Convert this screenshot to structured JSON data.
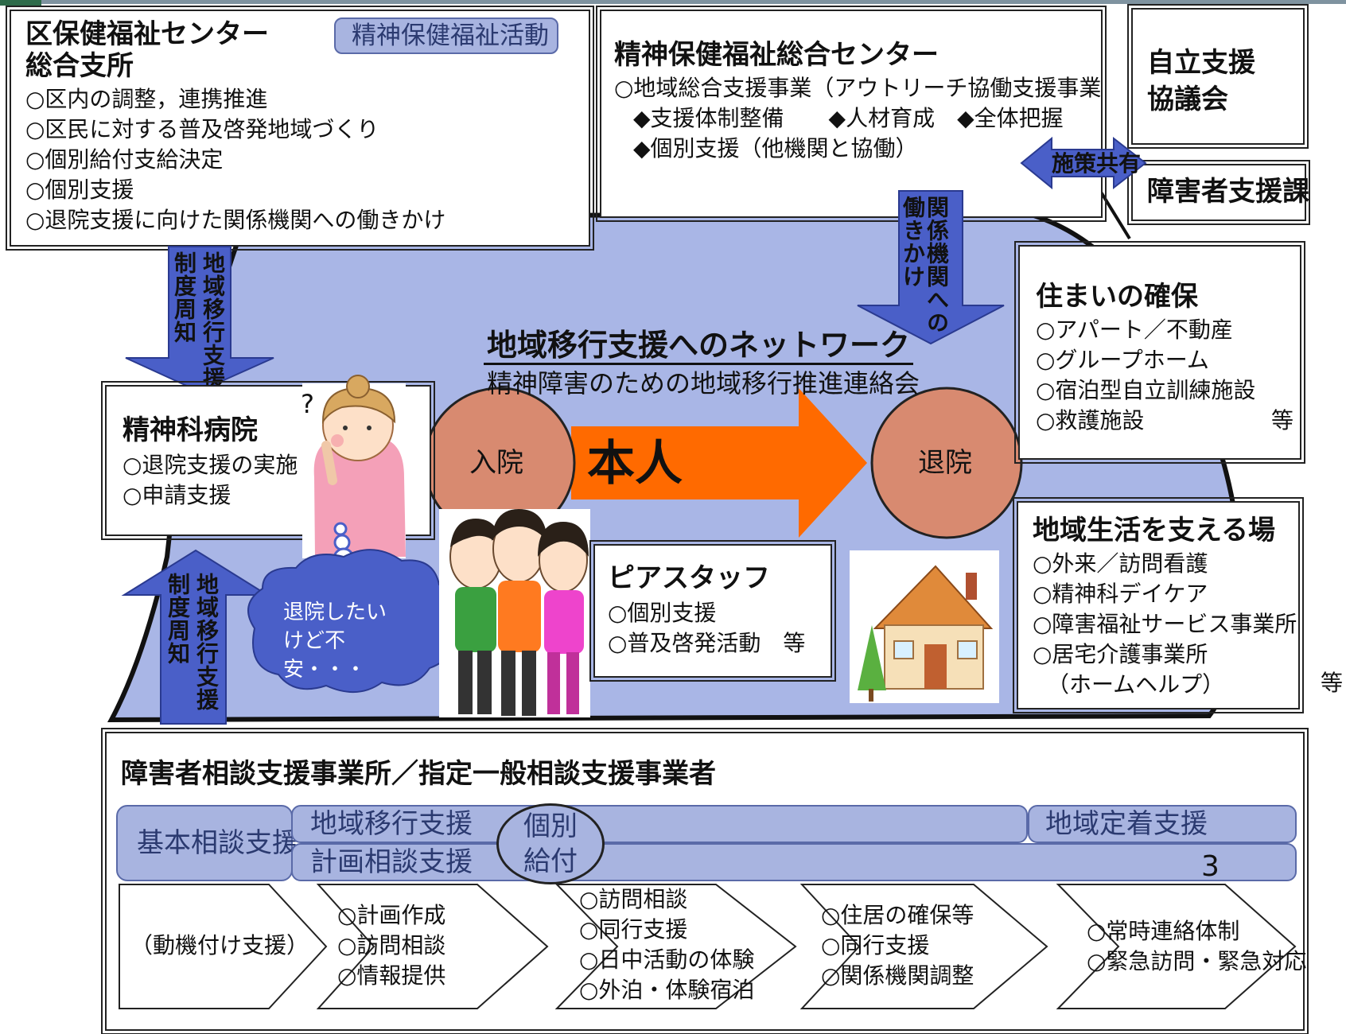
{
  "ward_center": {
    "title_1": "区保健福祉センター",
    "title_2": "総合支所",
    "tag": "精神保健福祉活動",
    "items": [
      "○区内の調整，連携推進",
      "○区民に対する普及啓発地域づくり",
      "○個別給付支給決定",
      "○個別支援",
      "○退院支援に向けた関係機関への働きかけ"
    ]
  },
  "mental_center": {
    "title": "精神保健福祉総合センター",
    "items": [
      "○地域総合支援事業（アウトリーチ協働支援事業）",
      "◆支援体制整備　　◆人材育成　◆全体把握",
      "◆個別支援（他機関と協働）"
    ]
  },
  "council": {
    "label": "自立支援協議会"
  },
  "disability_section": {
    "label": "障害者支援課"
  },
  "policy_share": {
    "label": "施策共有"
  },
  "work_on_agencies": {
    "label": "関係機関への働きかけ"
  },
  "transition_notice_top": {
    "label_1": "地域移行支援",
    "label_2": "制度周知"
  },
  "transition_notice_bottom": {
    "label_1": "地域移行支援",
    "label_2": "制度周知"
  },
  "network": {
    "title": "地域移行支援へのネットワーク",
    "subtitle": "精神障害のための地域移行推進連絡会"
  },
  "hospital": {
    "title": "精神科病院",
    "items": [
      "○退院支援の実施",
      "○申請支援"
    ]
  },
  "admission": {
    "label": "入院"
  },
  "discharge": {
    "label": "退院"
  },
  "person": {
    "label": "本人"
  },
  "question_mark": "?",
  "cloud": {
    "lines": [
      "退院したい",
      "けど不",
      "安・・・"
    ]
  },
  "peer_staff": {
    "title": "ピアスタッフ",
    "items": [
      "○個別支援",
      "○普及啓発活動　等"
    ]
  },
  "housing": {
    "title": "住まいの確保",
    "items": [
      "○アパート／不動産",
      "○グループホーム",
      "○宿泊型自立訓練施設",
      "○救護施設"
    ],
    "etc": "等"
  },
  "community_life": {
    "title": "地域生活を支える場",
    "items": [
      "○外来／訪問看護",
      "○精神科デイケア",
      "○障害福祉サービス事業所",
      "○居宅介護事業所"
    ],
    "sub": "（ホームヘルプ）",
    "etc": "等"
  },
  "consultation": {
    "title": "障害者相談支援事業所／指定一般相談支援事業者",
    "basic": "基本相談支援",
    "transition": "地域移行支援",
    "planning": "計画相談支援",
    "individual_1": "個別",
    "individual_2": "給付",
    "settlement": "地域定着支援",
    "page_number": "3",
    "steps": [
      {
        "lines": [
          "（動機付け支援）"
        ]
      },
      {
        "lines": [
          "○計画作成",
          "○訪問相談",
          "○情報提供"
        ]
      },
      {
        "lines": [
          "○訪問相談",
          "○同行支援",
          "○日中活動の体験",
          "○外泊・体験宿泊"
        ]
      },
      {
        "lines": [
          "○住居の確保等",
          "○同行支援",
          "○関係機関調整"
        ]
      },
      {
        "lines": [
          "○常時連絡体制",
          "○緊急訪問・緊急対応"
        ]
      }
    ]
  },
  "colors": {
    "network_bg": "#a9b6e6",
    "arrow_blue": "#4a5fc8",
    "arrow_orange": "#ff6a00",
    "circle": "#d88a70"
  }
}
